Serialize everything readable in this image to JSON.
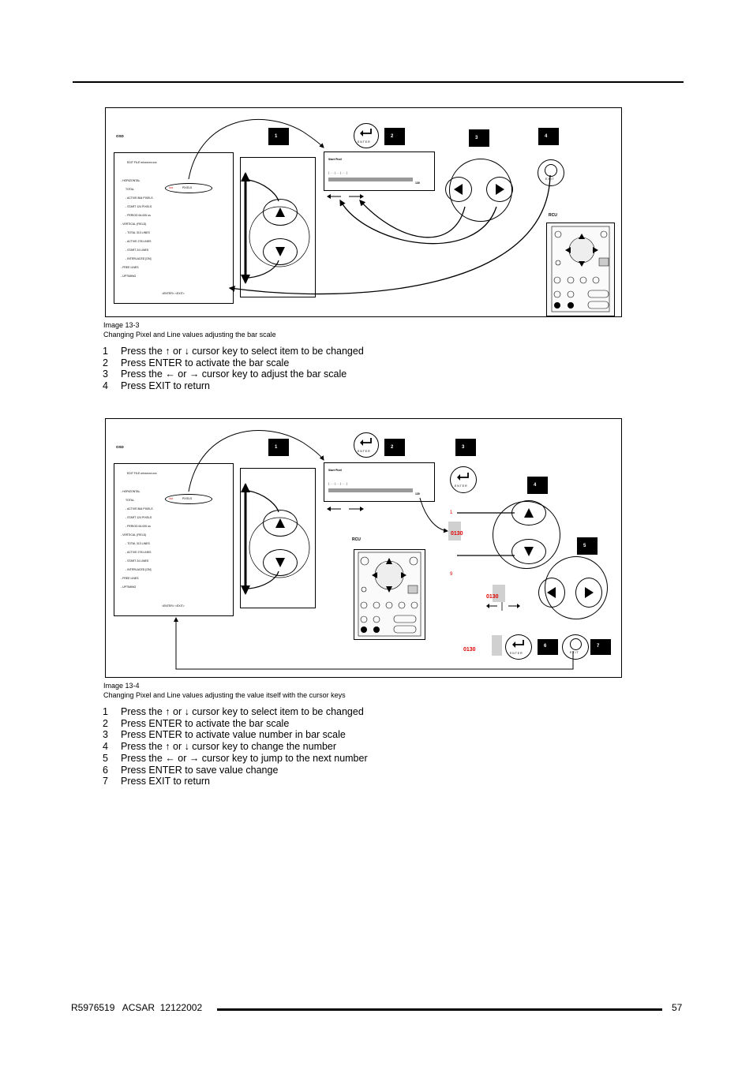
{
  "figures": [
    {
      "osd_title": "OSD",
      "osd_lines": [
        "EDIT FILE mlxxxxxx.xxx",
        "- HORIZONTAL",
        "TOTAL",
        "PIXELS",
        "- ACTIVE   864 PIXELS",
        "- START    124 PIXELS",
        "- PERIOD   64.000 us",
        "- VERTICAL (FIELD)",
        "- TOTAL    313 LINES",
        "- ACTIVE   278 LINES",
        "- START    24 LINES",
        "- INTERLACED   [ON]",
        "- FREE LINES",
        "- UPTIMING",
        "<ENTER> <EXIT>"
      ],
      "osd_red_value": "xxx",
      "bar_label": "Start Pixel",
      "bar_scale": "| . . . | . . . | . . . |",
      "bar_value": "130",
      "badges": [
        "1",
        "2",
        "3",
        "4"
      ],
      "enter_label": "E N T E R",
      "exit_label": "E X I T",
      "rcu_label": "RCU"
    },
    {
      "osd_title": "OSD",
      "osd_lines": [
        "EDIT FILE mlxxxxxx.xxx",
        "- HORIZONTAL",
        "TOTAL",
        "PIXELS",
        "- ACTIVE   864 PIXELS",
        "- START    124 PIXELS",
        "- PERIOD   64.000 us",
        "- VERTICAL (FIELD)",
        "- TOTAL    313 LINES",
        "- ACTIVE   278 LINES",
        "- START    24 LINES",
        "- INTERLACED   [ON]",
        "- FREE LINES",
        "- UPTIMING",
        "<ENTER> <EXIT>"
      ],
      "osd_red_value": "xxx",
      "bar_label": "Start Pixel",
      "bar_scale": "| . . . | . . . | . . . |",
      "bar_value": "130",
      "badges": [
        "1",
        "2",
        "3",
        "4",
        "5",
        "6",
        "7"
      ],
      "enter_label": "E N T E R",
      "exit_label": "E X I T",
      "rcu_label": "RCU",
      "digit_up": "1",
      "digit_down": "9",
      "value_a": "0130",
      "value_b": "0130",
      "value_c": "0130"
    }
  ],
  "caption1": {
    "title": "Image 13-3",
    "text": "Changing Pixel and Line values adjusting the bar scale"
  },
  "steps1": [
    {
      "n": "1",
      "t": "Press the ↑ or ↓ cursor key to select item to be changed"
    },
    {
      "n": "2",
      "t": "Press ENTER to activate the bar scale"
    },
    {
      "n": "3",
      "t": "Press the ← or → cursor key to adjust the bar scale"
    },
    {
      "n": "4",
      "t": "Press EXIT to return"
    }
  ],
  "caption2": {
    "title": "Image 13-4",
    "text": "Changing Pixel and Line values adjusting the value itself with the cursor keys"
  },
  "steps2": [
    {
      "n": "1",
      "t": "Press the ↑ or ↓ cursor key to select item to be changed"
    },
    {
      "n": "2",
      "t": "Press ENTER to activate the bar scale"
    },
    {
      "n": "3",
      "t": "Press ENTER to activate value number in bar scale"
    },
    {
      "n": "4",
      "t": "Press the ↑ or ↓ cursor key to change the number"
    },
    {
      "n": "5",
      "t": "Press the ← or → cursor key to jump to the next number"
    },
    {
      "n": "6",
      "t": "Press ENTER to save value change"
    },
    {
      "n": "7",
      "t": "Press EXIT to return"
    }
  ],
  "footer": {
    "left": "R5976519   ACSAR  12122002",
    "page": "57"
  }
}
